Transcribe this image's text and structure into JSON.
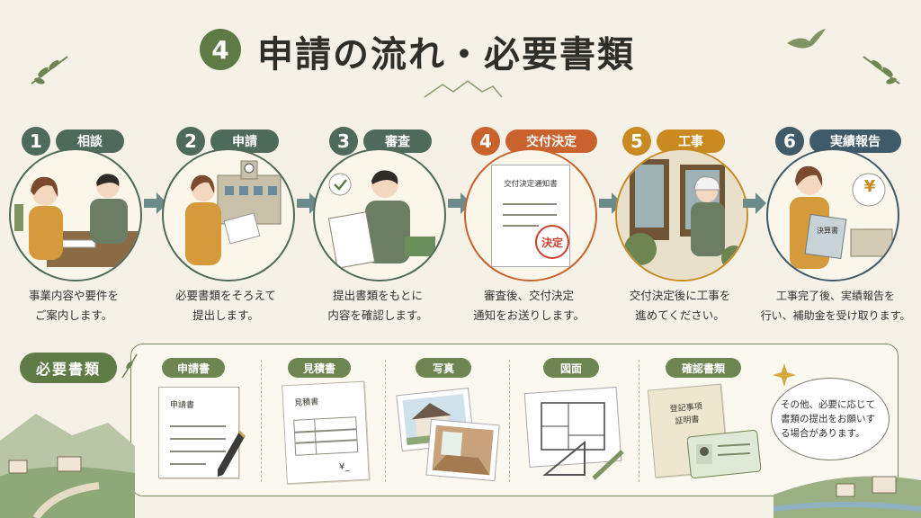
{
  "title": {
    "number": "4",
    "text": "申請の流れ・必要書類"
  },
  "colors": {
    "green": "#5e7b45",
    "dark_green": "#4d6a5a",
    "orange": "#c9622c",
    "amber": "#c98a22",
    "navy": "#3f5a68"
  },
  "steps": [
    {
      "number": "1",
      "label": "相談",
      "desc_line1": "事業内容や要件を",
      "desc_line2": "ご案内します。"
    },
    {
      "number": "2",
      "label": "申請",
      "desc_line1": "必要書類をそろえて",
      "desc_line2": "提出します。"
    },
    {
      "number": "3",
      "label": "審査",
      "desc_line1": "提出書類をもとに",
      "desc_line2": "内容を確認します。"
    },
    {
      "number": "4",
      "label": "交付決定",
      "desc_line1": "審査後、交付決定",
      "desc_line2": "通知をお送りします。"
    },
    {
      "number": "5",
      "label": "工事",
      "desc_line1": "交付決定後に工事を",
      "desc_line2": "進めてください。"
    },
    {
      "number": "6",
      "label": "実績報告",
      "desc_line1": "工事完了後、実績報告を",
      "desc_line2": "行い、補助金を受け取ります。"
    }
  ],
  "step_art": {
    "notice_title": "交付決定通知書",
    "stamp": "決定",
    "report_doc": "決算書",
    "yen": "¥"
  },
  "docs": {
    "tag": "必要書類",
    "items": [
      {
        "label": "申請書",
        "paper_title": "申請書"
      },
      {
        "label": "見積書",
        "paper_title": "見積書",
        "yen_mark": "¥_"
      },
      {
        "label": "写真"
      },
      {
        "label": "図面"
      },
      {
        "label": "確認書類",
        "cert_line1": "登記事項",
        "cert_line2": "証明書"
      }
    ],
    "note": "その他、必要に応じて書類の提出をお願いする場合があります。"
  }
}
